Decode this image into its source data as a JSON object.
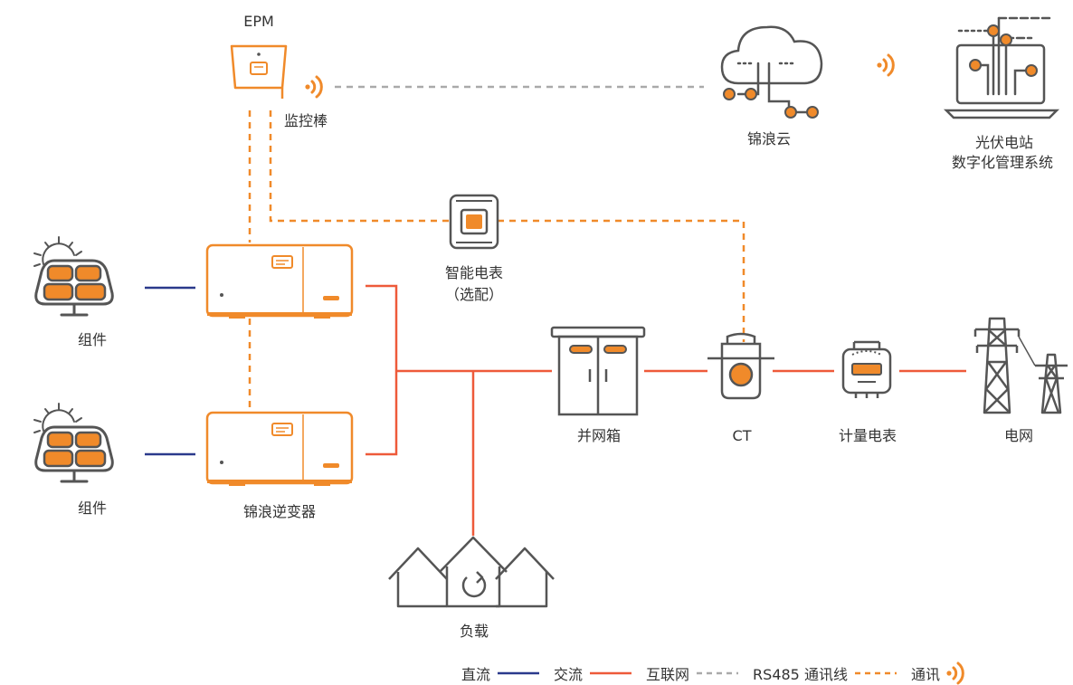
{
  "colors": {
    "orange": "#F08A2A",
    "red": "#EE5A3A",
    "navy": "#2B3A8C",
    "gray": "#AAAAAA",
    "outline": "#555555"
  },
  "labels": {
    "epm_top": "EPM",
    "stick": "监控棒",
    "cloud": "锦浪云",
    "platform_1": "光伏电站",
    "platform_2": "数字化管理系统",
    "smart_meter": "智能电表",
    "optional": "（选配）",
    "panel_1": "组件",
    "panel_2": "组件",
    "inverter": "锦浪逆变器",
    "combiner": "并网箱",
    "ct": "CT",
    "meter": "计量电表",
    "grid": "电网",
    "load": "负载"
  },
  "legend": {
    "dc": "直流",
    "ac": "交流",
    "internet": "互联网",
    "rs485": "RS485 通讯线",
    "comm": "通讯"
  },
  "icons": [
    "sun-icon",
    "solar-panel-icon",
    "inverter-icon",
    "epm-icon",
    "wifi-icon",
    "cloud-icon",
    "laptop-icon",
    "smart-meter-icon",
    "combiner-box-icon",
    "ct-icon",
    "energy-meter-icon",
    "transmission-tower-icon",
    "house-icon"
  ]
}
